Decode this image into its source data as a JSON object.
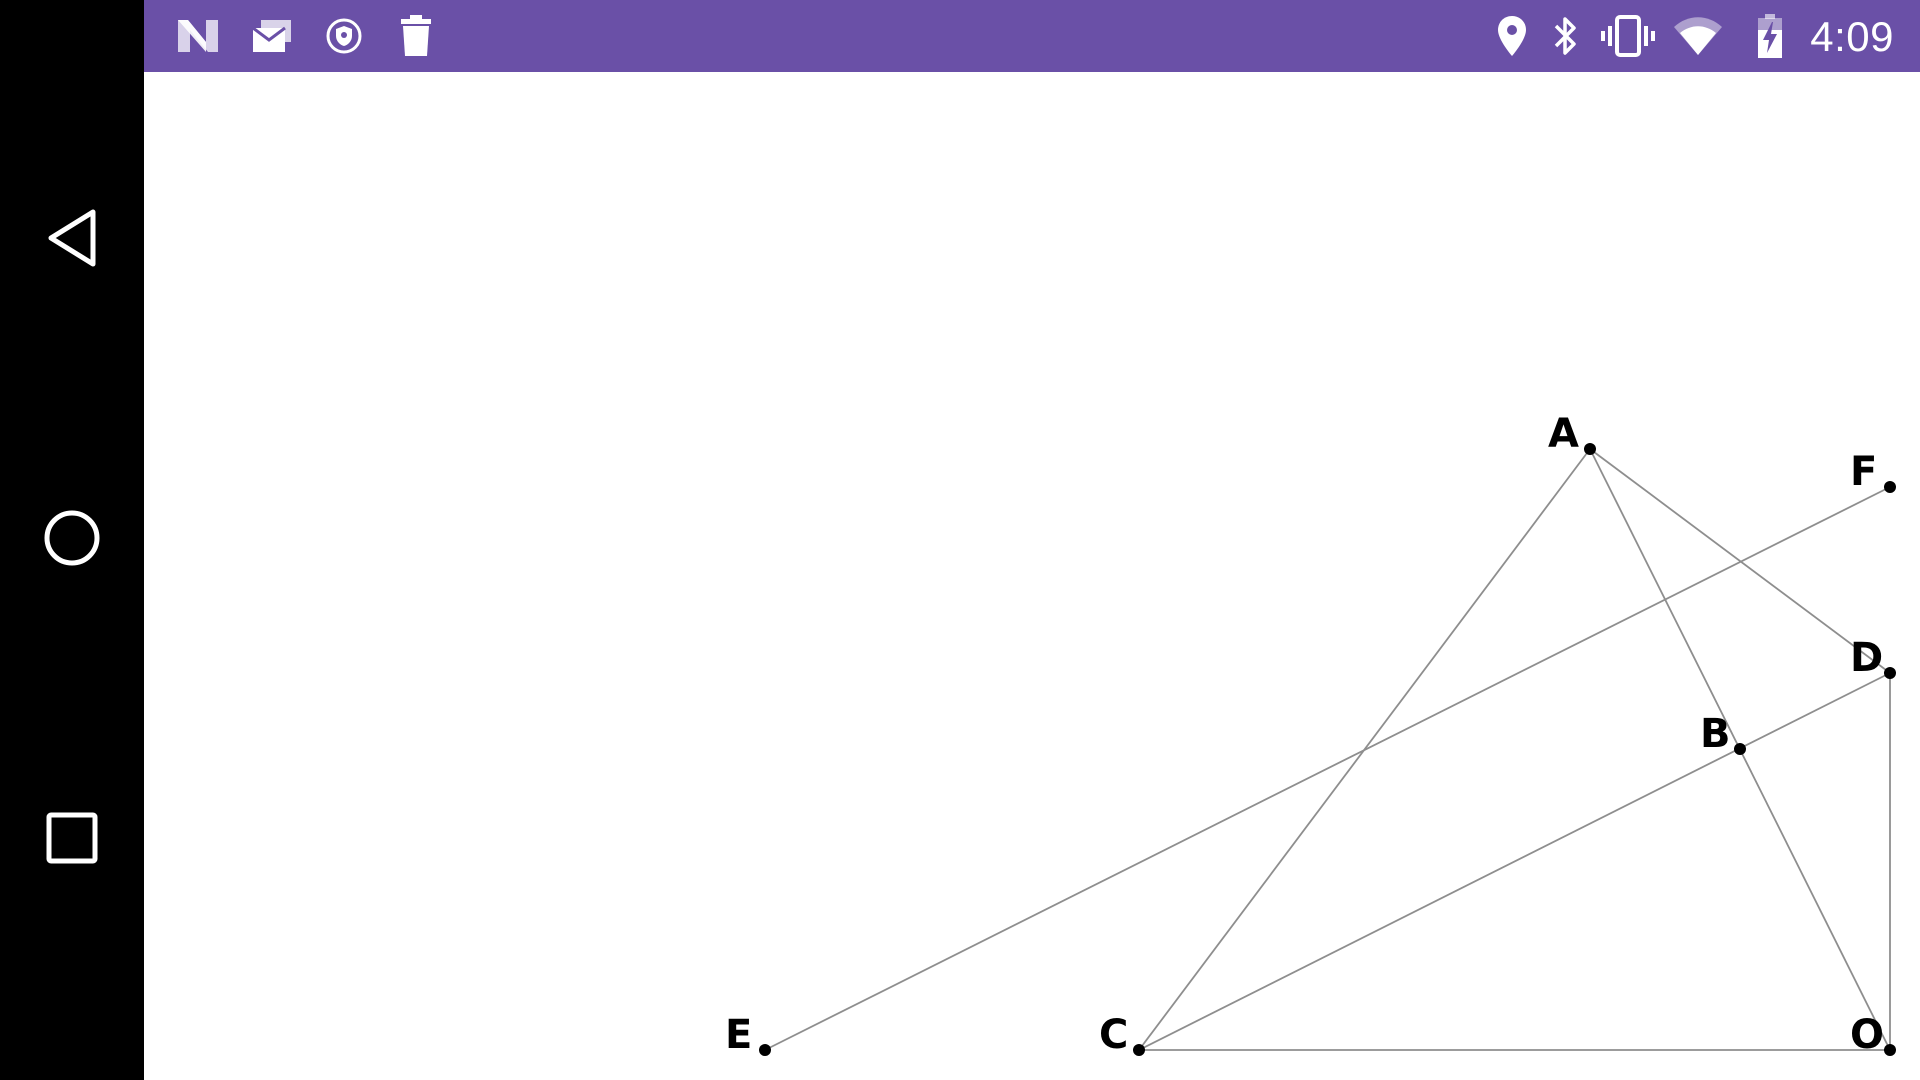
{
  "status_bar": {
    "time": "4:09",
    "background_color": "#6a50a7",
    "left_icons": [
      "n-logo-icon",
      "mail-notification-icon",
      "vpn-shield-icon",
      "trash-icon"
    ],
    "right_icons": [
      "location-pin-icon",
      "bluetooth-icon",
      "vibrate-icon",
      "wifi-icon",
      "battery-charging-icon"
    ]
  },
  "nav_bar": {
    "background_color": "#000000",
    "buttons": [
      "back-icon",
      "home-icon",
      "recents-icon"
    ]
  },
  "geometry": {
    "points": [
      {
        "label": "A"
      },
      {
        "label": "B"
      },
      {
        "label": "C"
      },
      {
        "label": "D"
      },
      {
        "label": "E"
      },
      {
        "label": "F"
      },
      {
        "label": "O"
      }
    ]
  }
}
